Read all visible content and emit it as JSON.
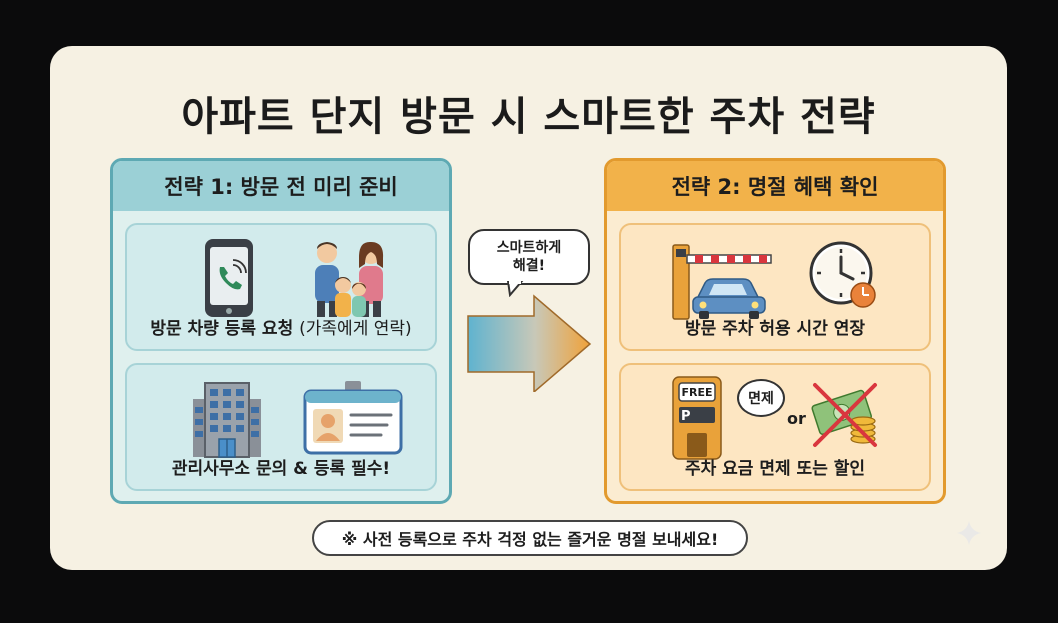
{
  "title": "아파트 단지 방문 시 스마트한 주차 전략",
  "strategy1": {
    "header": "전략 1: 방문 전 미리 준비",
    "item1_caption_main": "방문 차량 등록 요청",
    "item1_caption_sub": "(가족에게 연락)",
    "item2_caption": "관리사무소 문의 & 등록 필수!"
  },
  "middle": {
    "bubble_line1": "스마트하게",
    "bubble_line2": "해결!"
  },
  "strategy2": {
    "header": "전략 2: 명절 혜택 확인",
    "item1_caption": "방문 주차 허용 시간 연장",
    "item2_caption": "주차 요금 면제 또는 할인",
    "free_label": "FREE",
    "p_label": "P",
    "exempt_bubble": "면제",
    "or_label": "or"
  },
  "footer_note": "※ 사전 등록으로 주차 걱정 없는 즐거운 명절 보내세요!",
  "colors": {
    "card_bg": "#f6f1e3",
    "teal_header": "#9bd0d6",
    "orange_header": "#f2b24a"
  }
}
